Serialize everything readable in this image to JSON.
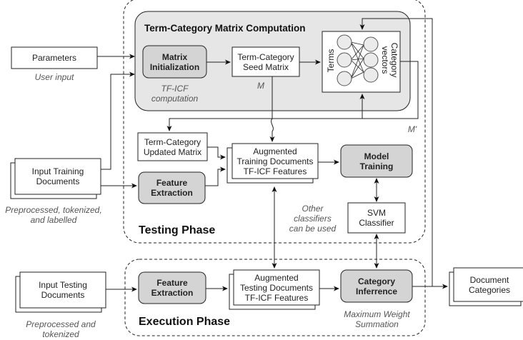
{
  "diagram": {
    "groups": {
      "testing_phase": "Testing Phase",
      "execution_phase": "Execution Phase",
      "matrix_computation": "Term-Category Matrix Computation"
    },
    "nodes": {
      "parameters": "Parameters",
      "parameters_note": "User input",
      "input_training": [
        "Input Training",
        "Documents"
      ],
      "input_training_note": [
        "Preprocessed, tokenized,",
        "and labelled"
      ],
      "input_testing": [
        "Input Testing",
        "Documents"
      ],
      "input_testing_note": [
        "Preprocessed and",
        "tokenized"
      ],
      "matrix_init": [
        "Matrix",
        "Initialization"
      ],
      "matrix_init_note": [
        "TF-ICF",
        "computation"
      ],
      "seed_matrix": [
        "Term-Category",
        "Seed Matrix"
      ],
      "seed_matrix_note": "M",
      "nn_terms": "Terms",
      "nn_category": [
        "Category",
        "vectors"
      ],
      "updated_matrix": [
        "Term-Category",
        "Updated Matrix"
      ],
      "updated_matrix_note": "M'",
      "feature_extraction_train": [
        "Feature",
        "Extraction"
      ],
      "aug_training": [
        "Augmented",
        "Training Documents",
        "TF-ICF Features"
      ],
      "model_training": [
        "Model",
        "Training"
      ],
      "svm": [
        "SVM",
        "Classifier"
      ],
      "svm_note": [
        "Other",
        "classifiers",
        "can be used"
      ],
      "feature_extraction_test": [
        "Feature",
        "Extraction"
      ],
      "aug_testing": [
        "Augmented",
        "Testing Documents",
        "TF-ICF Features"
      ],
      "category_inference": [
        "Category",
        "Inferrence"
      ],
      "category_inference_note": [
        "Maximum Weight",
        "Summation"
      ],
      "doc_categories": [
        "Document",
        "Categories"
      ]
    },
    "colors": {
      "process_fill": "#d4d4d4",
      "group_fill": "#e6e6e6",
      "stroke": "#1a1a1a"
    }
  }
}
